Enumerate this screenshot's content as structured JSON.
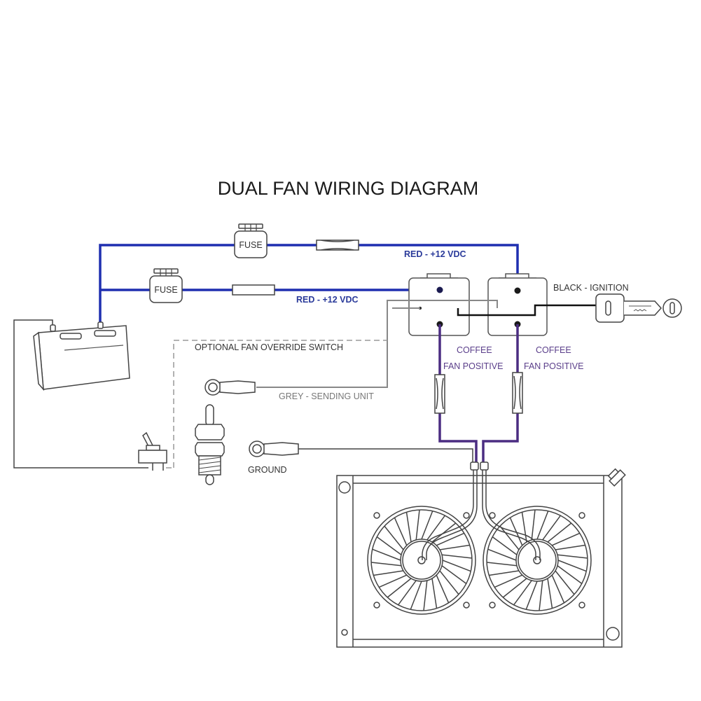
{
  "title": "DUAL FAN WIRING DIAGRAM",
  "components": {
    "fuse_top_label": "FUSE",
    "fuse_bottom_label": "FUSE"
  },
  "wire_labels": {
    "red_top": "RED - +12 VDC",
    "red_bottom": "RED - +12 VDC",
    "black_ignition": "BLACK - IGNITION",
    "coffee_left_1": "COFFEE",
    "coffee_left_2": "FAN POSITIVE",
    "coffee_right_1": "COFFEE",
    "coffee_right_2": "FAN POSITIVE",
    "override": "OPTIONAL FAN OVERRIDE SWITCH",
    "grey_sending": "GREY - SENDING UNIT",
    "ground": "GROUND"
  },
  "colors": {
    "red_wire": "#1f2fb0",
    "coffee_wire": "#4b2d82",
    "black_wire": "#111111",
    "grey_wire": "#888888"
  }
}
